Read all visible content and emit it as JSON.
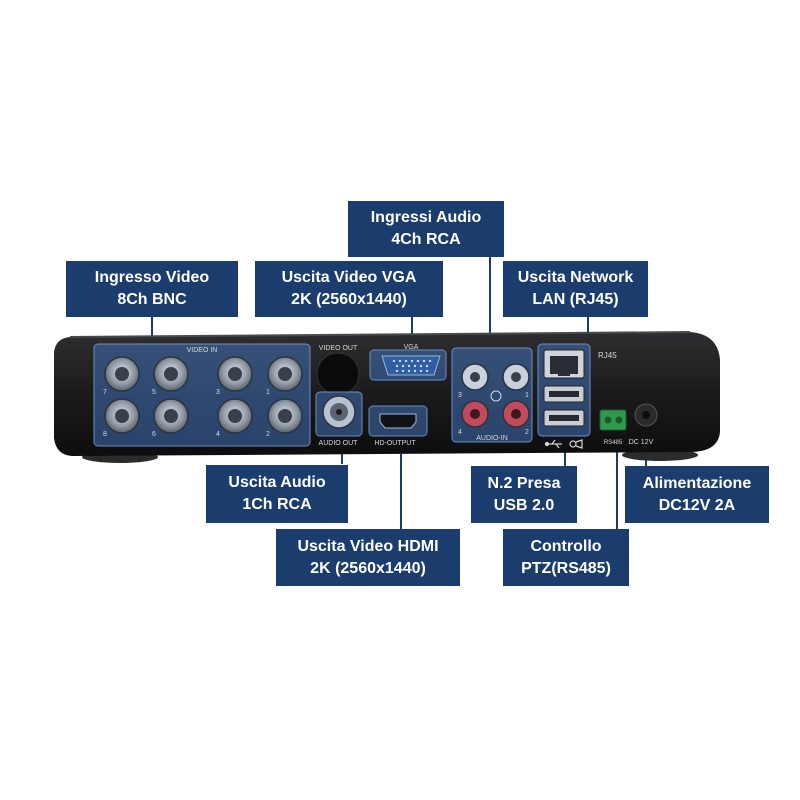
{
  "callouts": [
    {
      "id": "ingresso-video",
      "line1": "Ingresso Video",
      "line2": "8Ch BNC"
    },
    {
      "id": "uscita-vga",
      "line1": "Uscita Video VGA",
      "line2": "2K (2560x1440)"
    },
    {
      "id": "ingressi-audio",
      "line1": "Ingressi Audio",
      "line2": "4Ch RCA"
    },
    {
      "id": "uscita-network",
      "line1": "Uscita Network",
      "line2": "LAN (RJ45)"
    },
    {
      "id": "uscita-audio",
      "line1": "Uscita Audio",
      "line2": "1Ch RCA"
    },
    {
      "id": "uscita-hdmi",
      "line1": "Uscita Video HDMI",
      "line2": "2K (2560x1440)"
    },
    {
      "id": "usb",
      "line1": "N.2 Presa",
      "line2": "USB 2.0"
    },
    {
      "id": "ptz",
      "line1": "Controllo",
      "line2": "PTZ(RS485)"
    },
    {
      "id": "alimentazione",
      "line1": "Alimentazione",
      "line2": "DC12V 2A"
    }
  ],
  "panel_labels": {
    "video_in": "VIDEO IN",
    "video_out": "VIDEO OUT",
    "vga": "VGA",
    "rj45": "RJ45",
    "audio_out": "AUDIO OUT",
    "hd_output": "HD-OUTPUT",
    "audio_in": "AUDIO-IN",
    "rs485": "RS485",
    "dc12v": "DC 12V",
    "bnc_numbers": [
      "7",
      "5",
      "3",
      "1",
      "8",
      "6",
      "4",
      "2"
    ],
    "audio_in_numbers": [
      "3",
      "1",
      "4",
      "2"
    ]
  },
  "colors": {
    "callout_bg": "#1b3d6e",
    "highlight": "#3f6fb5",
    "device_body": "#1a1a1c"
  }
}
